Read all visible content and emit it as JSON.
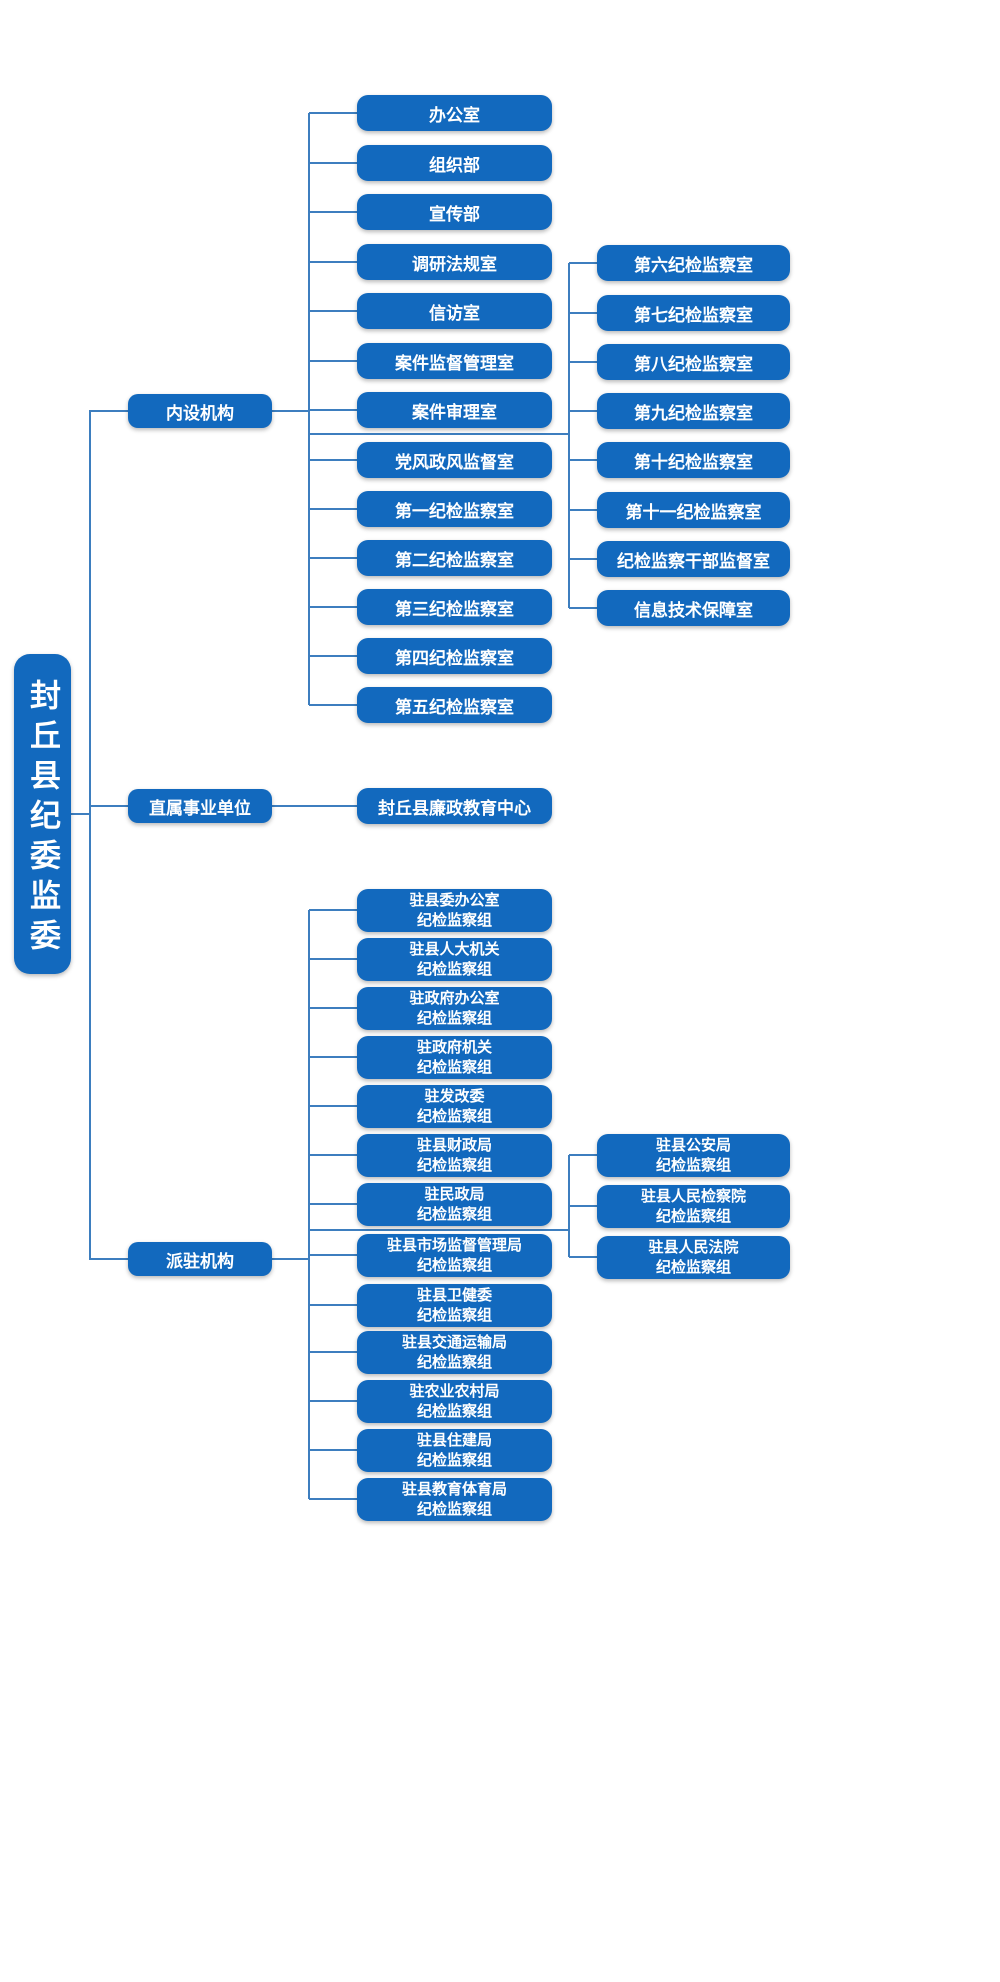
{
  "colors": {
    "node_fill": "#1269be",
    "node_text": "#ffffff",
    "connector_line": "#3d7ebf",
    "background": "#ffffff"
  },
  "root": {
    "label": "封丘县纪委监委"
  },
  "branches": {
    "internal": {
      "label": "内设机构"
    },
    "affiliated": {
      "label": "直属事业单位"
    },
    "dispatched": {
      "label": "派驻机构"
    }
  },
  "internal": {
    "col1": [
      "办公室",
      "组织部",
      "宣传部",
      "调研法规室",
      "信访室",
      "案件监督管理室",
      "案件审理室",
      "党风政风监督室",
      "第一纪检监察室",
      "第二纪检监察室",
      "第三纪检监察室",
      "第四纪检监察室",
      "第五纪检监察室"
    ],
    "col2": [
      "第六纪检监察室",
      "第七纪检监察室",
      "第八纪检监察室",
      "第九纪检监察室",
      "第十纪检监察室",
      "第十一纪检监察室",
      "纪检监察干部监督室",
      "信息技术保障室"
    ]
  },
  "affiliated": {
    "col1": [
      "封丘县廉政教育中心"
    ]
  },
  "dispatched": {
    "col1": [
      "驻县委办公室\n纪检监察组",
      "驻县人大机关\n纪检监察组",
      "驻政府办公室\n纪检监察组",
      "驻政府机关\n纪检监察组",
      "驻发改委\n纪检监察组",
      "驻县财政局\n纪检监察组",
      "驻民政局\n纪检监察组",
      "驻县市场监督管理局\n纪检监察组",
      "驻县卫健委\n纪检监察组",
      "驻县交通运输局\n纪检监察组",
      "驻农业农村局\n纪检监察组",
      "驻县住建局\n纪检监察组",
      "驻县教育体育局\n纪检监察组"
    ],
    "col2": [
      "驻县公安局\n纪检监察组",
      "驻县人民检察院\n纪检监察组",
      "驻县人民法院\n纪检监察组"
    ]
  }
}
